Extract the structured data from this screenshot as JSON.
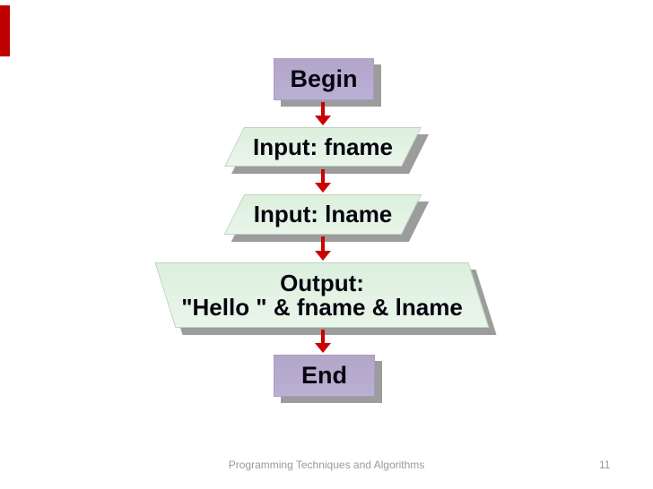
{
  "slide": {
    "accent_bar": {
      "color": "#c00000"
    },
    "footer": {
      "title": "Programming Techniques and Algorithms",
      "page_number": "11"
    }
  },
  "flowchart": {
    "colors": {
      "terminator_fill": "#b6abce",
      "io_fill": "#e3f2e4",
      "shadow": "#9c9c9c",
      "arrow": "#cc0000",
      "text": "#050510"
    },
    "nodes": {
      "begin": {
        "type": "terminator",
        "label": "Begin"
      },
      "input_fname": {
        "type": "input",
        "label": "Input: fname"
      },
      "input_lname": {
        "type": "input",
        "label": "Input: lname"
      },
      "output": {
        "type": "output",
        "line1": "Output:",
        "line2": "\"Hello \" & fname & lname"
      },
      "end": {
        "type": "terminator",
        "label": "End"
      }
    }
  }
}
